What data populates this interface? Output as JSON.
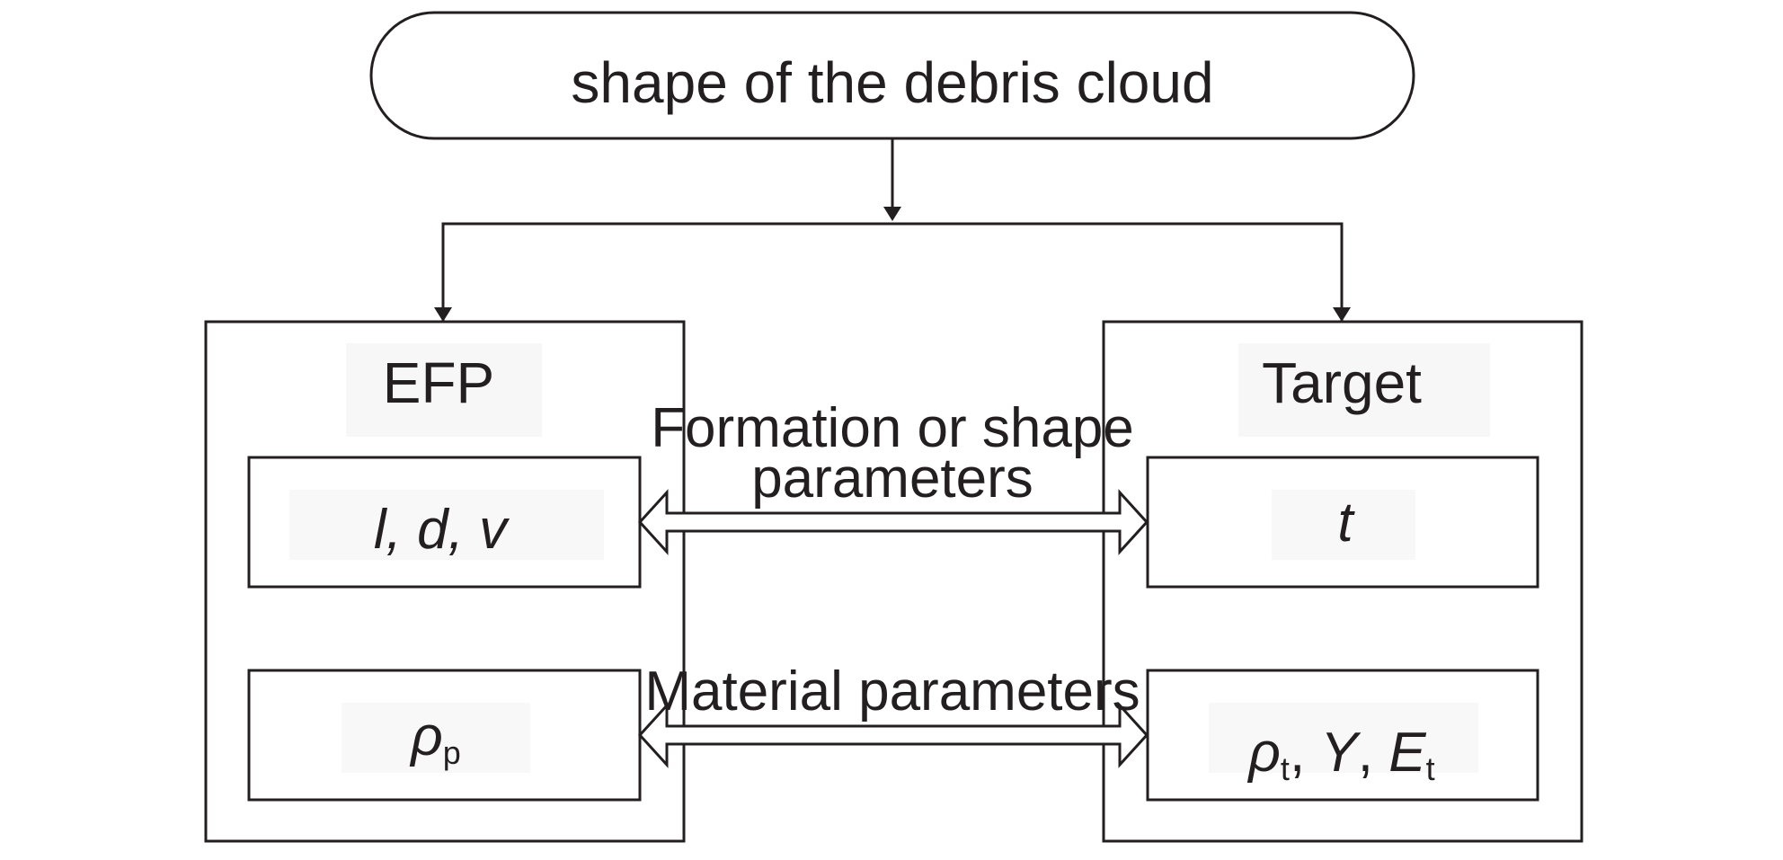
{
  "root": {
    "label": "shape of the debris cloud"
  },
  "efp": {
    "title": "EFP",
    "geometry_params": "l, d, v",
    "material_symbol": "ρ",
    "material_sub": "p"
  },
  "target": {
    "title": "Target",
    "geometry_params": "t",
    "rho": "ρ",
    "rho_sub": "t",
    "sep1": ", ",
    "y": "Y",
    "sep2": ", ",
    "e": "E",
    "e_sub": "t"
  },
  "links": {
    "formation_line1": "Formation or shape",
    "formation_line2": "parameters",
    "material": "Material parameters"
  },
  "colors": {
    "ink": "#231f20",
    "background": "#ffffff"
  }
}
